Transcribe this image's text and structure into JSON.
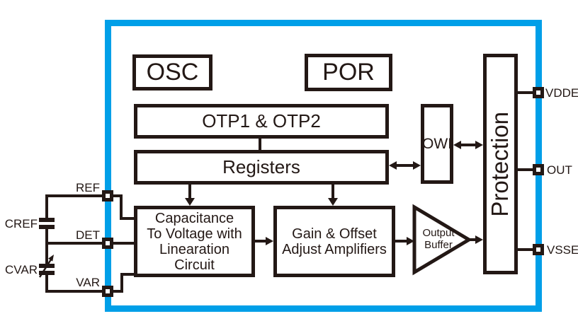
{
  "diagram": {
    "type": "chip-functional-block-diagram",
    "colors": {
      "chip_border": "#009FE8",
      "line": "#231815",
      "background": "#FFFFFF"
    },
    "blocks": {
      "osc": "OSC",
      "por": "POR",
      "otp": "OTP1 & OTP2",
      "registers": "Registers",
      "owi": "OWI",
      "protection": "Protection",
      "c2v_lines": [
        "Capacitance",
        "To Voltage with",
        "Linearation",
        "Circuit"
      ],
      "gain_lines": [
        "Gain & Offset",
        "Adjust Amplifiers"
      ],
      "buffer_lines": [
        "Output",
        "Buffer"
      ]
    },
    "pins": {
      "ref": "REF",
      "det": "DET",
      "var": "VAR",
      "vdde": "VDDE",
      "out": "OUT",
      "vsse": "VSSE"
    },
    "external_components": {
      "cref": "CREF",
      "cvar": "CVAR"
    },
    "connections": [
      "OTP1 & OTP2 - Registers",
      "Registers -> Capacitance To Voltage with Linearation Circuit",
      "Registers -> Gain & Offset Adjust Amplifiers",
      "Registers <-> OWI",
      "OWI <-> Protection",
      "Capacitance To Voltage with Linearation Circuit -> Gain & Offset Adjust Amplifiers",
      "Gain & Offset Adjust Amplifiers -> Output Buffer",
      "Output Buffer -> Protection",
      "Protection - VDDE",
      "Protection - OUT",
      "Protection - VSSE",
      "REF - CREF - DET",
      "DET - CVAR - VAR"
    ]
  }
}
